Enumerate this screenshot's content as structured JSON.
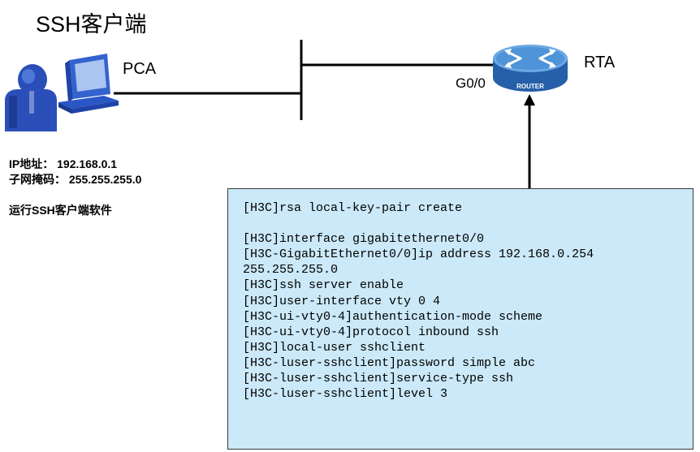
{
  "title": "SSH客户端",
  "devices": {
    "pc": {
      "label": "PCA",
      "icon": "user-computer-icon"
    },
    "router": {
      "label": "RTA",
      "icon": "router-icon",
      "badge": "ROUTER",
      "port": "G0/0"
    }
  },
  "pc_info": {
    "ip": "IP地址： 192.168.0.1",
    "mask": "子网掩码： 255.255.255.0",
    "note": "运行SSH客户端软件"
  },
  "config": {
    "lines": [
      "[H3C]rsa local-key-pair create",
      "",
      "[H3C]interface gigabitethernet0/0",
      "[H3C-GigabitEthernet0/0]ip address 192.168.0.254",
      "255.255.255.0",
      "[H3C]ssh server enable",
      "[H3C]user-interface vty 0 4",
      "[H3C-ui-vty0-4]authentication-mode scheme",
      "[H3C-ui-vty0-4]protocol inbound ssh",
      "[H3C]local-user sshclient",
      "[H3C-luser-sshclient]password simple abc",
      "[H3C-luser-sshclient]service-type ssh",
      "[H3C-luser-sshclient]level 3"
    ]
  },
  "colors": {
    "router_body": "#2d6db0",
    "router_top": "#5aa0e0",
    "pc_body": "#2a59c2",
    "config_bg": "#cbe9f8"
  }
}
